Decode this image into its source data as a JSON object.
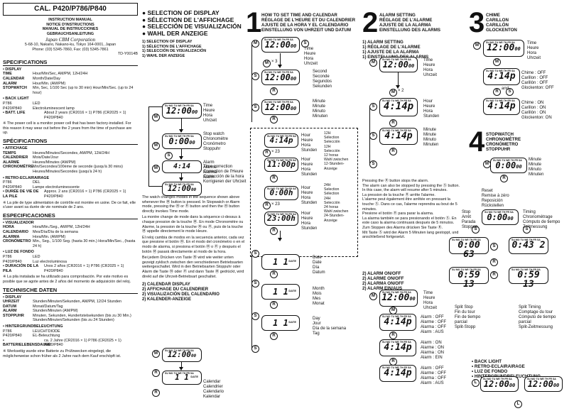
{
  "cal": {
    "model": "CAL. P420/P786/P840",
    "manual_titles": [
      "INSTRUCTION MANUAL",
      "NOTICE D'INSTRUCTIONS",
      "MANUAL DE INSTRUCCIONES",
      "GEBRAUCHSANLEITUNG"
    ],
    "corp": "Japan CBM Corporation",
    "address": "5-68-10, Nakano, Nakano-ku, Tokyo 164-0001, Japan",
    "phone": "Phone: (03) 5345-7860, Fax: (03) 5345-7861",
    "doc_no": "TD-Y0014B"
  },
  "specs": [
    {
      "title": "SPECIFICATIONS",
      "display": "• DISPLAY",
      "rows": [
        [
          "TIME",
          "Hour/Min/Sec, AM/PM, 12H/24H"
        ],
        [
          "CALENDAR",
          "Month/Date/Day"
        ],
        [
          "ALARM",
          "Hour/Min. (AM/PM)"
        ],
        [
          "STOPWATCH",
          "Min, Sec, 1/100 Sec (up to 30 min) Hour/Min/Sec. (up to 24 hour)"
        ]
      ],
      "back": "• BACK LIGHT",
      "back_rows": [
        [
          "P786",
          "LED"
        ],
        [
          "P420/P840",
          "Electroluminescent lamp"
        ]
      ],
      "batt": "• BATT. LIFE",
      "batt_text": "About 2 years (CR2016 × 1) P786 (CR2025 × 1) P420/P840",
      "note": "※ The power cell is a monitor power cell that has been factory-installed. For this reason it may wear out before the 2 years from the time of purchase are up."
    },
    {
      "title": "SPÉCIFICATIONS",
      "display": "• AFFICHAGE",
      "rows": [
        [
          "TEMPS",
          "Heures/Minutes/Secondes, AM/PM, 12H/24H"
        ],
        [
          "CALENDRIER",
          "Mois/Date/Jour"
        ],
        [
          "ALARME",
          "Heures/Minutes (AM/PM)"
        ],
        [
          "CHRONOMÈTRE",
          "Min/Secondes/100ème de seconde (jusqu'à 30 mins) Heures/Minutes/Secondes (jusqu'à 24 h)"
        ]
      ],
      "back": "• RETRO-ECLAIRAIRAGE",
      "back_rows": [
        [
          "P786",
          "DEL"
        ],
        [
          "P420/P840",
          "Lampe electroluminescente"
        ]
      ],
      "batt": "• DURÉE DE VIE DE LA PILE",
      "batt_text": "Approx. 2 ans (CR2016 × 1) P786 (CR2025 × 1) P420/P840",
      "note": "※ La pile de type alimentation de contrôle est montée en usine. De ce fait, elle s'user avant sa durée de vie nominale de 2 ans."
    },
    {
      "title": "ESPECIFICACIONES",
      "display": "• VISUALIZADOR",
      "rows": [
        [
          "HORA",
          "Hora/Min./Seg., AM/PM, 12H/24H"
        ],
        [
          "CALENDARIO",
          "Mes/Día/Día de la semana"
        ],
        [
          "ALARMA",
          "Hora/Min. (AM/PM)"
        ],
        [
          "CRONÓMETRO",
          "Min., Seg., 1/100 Seg. (hasta 30 min.) Hora/Min/Sec., (hasta 24 h)"
        ]
      ],
      "back": "• LUZ DE FONDO",
      "back_rows": [
        [
          "P786",
          "LED"
        ],
        [
          "P420/P840",
          "Luz electroluminosa"
        ]
      ],
      "batt": "• DURACIÓN DE LA PILA",
      "batt_text": "Unos 2 años (CR2016 × 1) P786 (CR2025 × 1) P420/P840",
      "note": "※ La pila instalada se ha utilizado para comprobación. Por este motivo es posible que se agote antes de 2 años del momento de adquisición del reloj."
    },
    {
      "title": "TECHNISCHE DATEN",
      "display": "• DISPLAY",
      "rows": [
        [
          "UHRZEIT",
          "Stunden/Minuten/Sekunden, AM/PM, 12/24 Stunden"
        ],
        [
          "DATUM",
          "Monat/Datum/Tag"
        ],
        [
          "ALARM",
          "Stunden/Minuten (AM/PM)"
        ],
        [
          "STOPPUHR",
          "Minuten, Sekunden, Hundertstelsekunden (bis zu 30 Min.) Stunden/Minuten/Sekunden (bis zu 24 Stunden)"
        ]
      ],
      "back": "• HINTERGRUNDBELEUCHTUNG",
      "back_rows": [
        [
          "P786",
          "LEUCHTDIODE"
        ],
        [
          "P420/P840",
          "EL-Beleuchtung"
        ]
      ],
      "batt": "• BATTERIELEBENSDAUER",
      "batt_text": "ca. 2 Jahre (CR2016 × 1) P786 (CR2025 × 1) P420/P840",
      "note": "※ Werkseitig wurde eine Batterie zu Prüfzwecken eingelegt, die möglicherweise schon früher als 2 Jahre nach dem Kauf erschöpft ist."
    }
  ],
  "col2": {
    "bullets": [
      "SELECTION OF DISPLAY",
      "SÉLECTION DE L'AFFICHAGE",
      "SELECCIÓN DE VISUALIZACIÓN",
      "WAHL DER ANZEIGE"
    ],
    "list1": [
      "1) SELECTION OF DISPLAY",
      "1) SÉLECTION DE L'AFFICHAGE",
      "1) SELECCIÓN DE VISUALIZACIÓN",
      "1) WAHL DER ANZEIGE"
    ],
    "modes": [
      {
        "lcd": "12:00 00",
        "text": "Time\nHeure\nHora\nUhrzeit"
      },
      {
        "lcd": "0:00 00",
        "text": "Stop watch\nChronomètre\nCronómetro\nStoppuhr"
      },
      {
        "lcd": "4:14",
        "text": "Alarm\nAlarme\nAlarma\nAlarm"
      },
      {
        "lcd": "12:00 00",
        "text": "Time correction\nCorrection de l'Heure\nCorrección de la hora\nKorrigieren der Uhrzeit"
      }
    ],
    "para": [
      "The watch changes modes in the sequence shown above whenever the Ⓜ button is pressed. In Stopwatch or Alarm mode, pressing the Ⓜ or Ⓡ button and then the Ⓜ button directly invokes Time mode.",
      "La montre change de mode dans la séquence ci-dessus à chaque pression de la touche Ⓜ. En mode Chronomètre ou Alarme, la pression de la touche Ⓜ ou Ⓡ, puis de la touche Ⓜ appelle directement le mode Heure.",
      "El reloj cambia de modos en la secuencia anterior, cada vez que presione el botón Ⓜ. En el modo del cronómetro o en el modo de alarma, si presiona el botón Ⓜ o Ⓡ y después el botón Ⓜ pasará directamente al modo de la hora.",
      "Bei jedem Drücken von Taste Ⓜ wird wie weiter unten gezeigt zyklisch zwischen den verschiedenen Betriebsarten weitergeschaltet. Wird in den Betriebsarten Stoppuhr oder Alarm die Taste Ⓜ oder Ⓡ und dann Taste Ⓜ gedrückt, wird direkt auf die Uhrzeit-Betriebsart geschaltet."
    ],
    "list2": [
      "2) CALENDAR DISPLAY",
      "2) AFFICHAGE DU CALENDRIER",
      "2) VISUALIZACIÓN DEL CALENDARIO",
      "2) KALENDER-ANZEIGE"
    ],
    "cal_text": "Calendar\nCalendrier\nCalendario\nKalendar"
  },
  "s1": {
    "num": "1",
    "head": [
      "HOW TO SET TIME AND CALENDAR",
      "RÉGLAGE DE L'HEURE ET DU CALENDRIER",
      "AJUSTE DE LA HORA Y EL CALENDARIO",
      "EINSTELLUNG VON UHRZEIT UND DATUM"
    ],
    "x3": "× 3",
    "x23": "× 23",
    "labels": {
      "time": "Time\nHeure\nHora\nUhrzeit",
      "second": "Second\nSeconde\nSegundos\nSekunden",
      "minute": "Minute\nMinute\nMinuto\nMinuten",
      "hour": "Hour\nHeure\nHora\nStunden",
      "h12": "12H\nSélection\nSelección\n12H\nSelección\n12 horas\nWahl zwischen\n12-Stunden-\nAnzeige",
      "h24": "24H\nSelection\nSélection\n24H\nSelección\n24 horas\nWahl zwischen\n24-Stunden-\nAnzeige",
      "date": "Date\nDate\nDía\nDatum",
      "month": "Month\nMois\nMes\nMonat",
      "day": "Day\nJour\nDía de la semana\nTag"
    }
  },
  "s2": {
    "num": "2",
    "head": [
      "ALARM SETTING",
      "RÉGLAGE DE L'ALARME",
      "AJUSTE DE LA ALARMA",
      "EINSTELLUNG DES ALARMS"
    ],
    "list1": [
      "1) ALARM SETTING",
      "1) RÉGLAGE DE L'ALARME",
      "1) AJUSTE DE LA ALARMA",
      "1) EINSTELLUNG DES ALARMS"
    ],
    "x2": "× 2",
    "labels": {
      "time": "Time\nHeure\nHora\nUhrzeit",
      "hour": "Hour\nHeure\nHora\nStunden",
      "minute": "Minute\nMinute\nMinuto\nMinuten"
    },
    "para": [
      "Pressing the Ⓡ button stops the alarm.",
      "The alarm can also be stopped by pressing the Ⓢ button. In this case, the alarm will resume after 5 minutes.",
      "La pression de la touche Ⓡ arrête l'alarme.",
      "L'alarme peut également être arrêtée en pressant la touche Ⓢ. Dans ce cas, l'alarme reprendra au bout de 5 minutes.",
      "Presione el botón Ⓡ para parar la alarma.",
      "La alarma también se para presionando el botón Ⓢ. En este caso la alarma continuará después de 5 minutos.",
      "Zum Stoppen des Alarms drücken Sie Taste Ⓡ.",
      "Mit Taste Ⓢ wird der Alarm 5 Minuten lang gestoppt, und anschließend fortgesetzt."
    ],
    "list2": [
      "2) ALARM ON/OFF",
      "2) ALARME ON/OFF",
      "2) ALARMA ON/OFF",
      "2) ALARM EIN/AUS"
    ],
    "onoff": [
      {
        "state": "Alarm : OFF\nAlarme : OFF\nAlarma : OFF\nAlarm : AUS"
      },
      {
        "state": "Alarm : ON\nAlarme : ON\nAlarma : ON\nAlarm : EIN"
      }
    ],
    "time_lbl": "Time\nHeure\nHora\nUhrzeit"
  },
  "s3": {
    "num": "3",
    "head": [
      "CHIME",
      "CARILLON",
      "CARILLÓN",
      "GLOCKENTON"
    ],
    "time_lbl": "Time\nHeure\nHora\nUhrzeit",
    "off": "Chime : OFF\nCarillon : OFF\nCarillón : OFF\nGlockenton: OFF",
    "on": "Chime : ON\nCarillon : ON\nCarillón : ON\nGlockenton: ON",
    "and": "and",
    "minute": "Minute\nMinute\nMinuto\nMinuten"
  },
  "s4": {
    "num": "4",
    "head": [
      "STOPWATCH",
      "CHRONOMÈTRE",
      "CRONÓMETRO",
      "STOPPUHR"
    ],
    "reset": "Reset\nRemise à zéro\nReposición\nRückstellen",
    "stop": "Stop\nArrêt\nParada\nStoppen",
    "timing": "Timing\nChronométrage\nCómputo de tiempo\nZeitmessung",
    "split_stop": "Split Stop\nFin du tour\nFin de tiempo\nparcial\nSplit-Stopp",
    "split_timing": "Split Timing\nComptage du tour\nCómputo de tiempo\nparcial\nSplit-Zeitmessung",
    "back": [
      "• BACK LIGHT",
      "• RETRO-ECLAIRAIRAGE",
      "• LUZ DE FONDO",
      "• HINTERGRUNDBELEUCHTUNG"
    ]
  },
  "lcd": {
    "header": "SU MO TU WE TH FR SA",
    "time": "12:00",
    "secs": "00",
    "stop": "0:00",
    "alarm": "4:14",
    "alarm2": "4:14p",
    "min_set": "11:00p",
    "hour24": "0:00h",
    "hour24b": "23:00h",
    "date": "1  1",
    "date_lbl": "DATE",
    "sw1": "0:00 63",
    "sw2": "0:43 2",
    "sw3": "0:59 13"
  },
  "buttons": {
    "m": "M",
    "s": "S",
    "r": "R",
    "l": "L"
  }
}
